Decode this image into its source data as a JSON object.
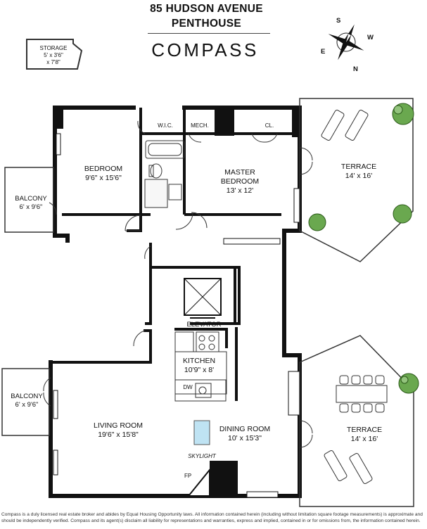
{
  "header": {
    "address_line1": "85 HUDSON AVENUE",
    "address_line2": "PENTHOUSE",
    "brand": "COMPASS"
  },
  "compass_rose": {
    "n": "N",
    "s": "S",
    "e": "E",
    "w": "W"
  },
  "storage": {
    "name": "STORAGE",
    "dim1": "5' x 3'6\"",
    "dim2": "x 7'8\""
  },
  "rooms": {
    "wic": "W.I.C.",
    "mech": "MECH.",
    "cl": "CL.",
    "bedroom": {
      "name": "BEDROOM",
      "dim": "9'6\" x 15'6\""
    },
    "master": {
      "name1": "MASTER",
      "name2": "BEDROOM",
      "dim": "13' x 12'"
    },
    "terrace_top": {
      "name": "TERRACE",
      "dim": "14' x 16'"
    },
    "balcony_top": {
      "name": "BALCONY",
      "dim": "6' x 9'6\""
    },
    "elevator": "ELEVATOR",
    "kitchen": {
      "name": "KITCHEN",
      "dim": "10'9\" x 8'"
    },
    "dw": "DW",
    "balcony_bottom": {
      "name": "BALCONY",
      "dim": "6' x 9'6\""
    },
    "living": {
      "name": "LIVING ROOM",
      "dim": "19'6\" x 15'8\""
    },
    "dining": {
      "name": "DINING ROOM",
      "dim": "10' x 15'3\""
    },
    "skylight": "SKYLIGHT",
    "terrace_bottom": {
      "name": "TERRACE",
      "dim": "14' x 16'"
    },
    "fp": "FP"
  },
  "disclaimer": "Compass is a duly licensed real estate broker and abides by Equal Housing Opportunity laws.  All information contained herein (including without limitation square footage measurements) is approximate and should be independently verified. Compass and its agent(s) disclaim all liability for representations and warranties, express and implied, contained in or for omissions from, the information contained herein."
}
